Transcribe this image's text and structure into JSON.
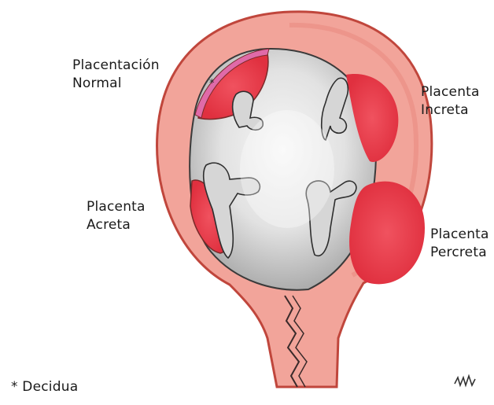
{
  "labels": {
    "normal": {
      "line1": "Placentación",
      "line2": "Normal"
    },
    "increta": {
      "line1": "Placenta",
      "line2": "Increta"
    },
    "acreta": {
      "line1": "Placenta",
      "line2": "Acreta"
    },
    "percreta": {
      "line1": "Placenta",
      "line2": "Percreta"
    },
    "footnote": "* Decidua",
    "marker": "*"
  },
  "colors": {
    "uterine_wall": "#f2a49a",
    "wall_outline": "#c0463c",
    "cavity_gray": "#bdbdbd",
    "cavity_light": "#f4f4f4",
    "placenta_red": "#e63a4a",
    "decidua_pink": "#e06aa8"
  }
}
